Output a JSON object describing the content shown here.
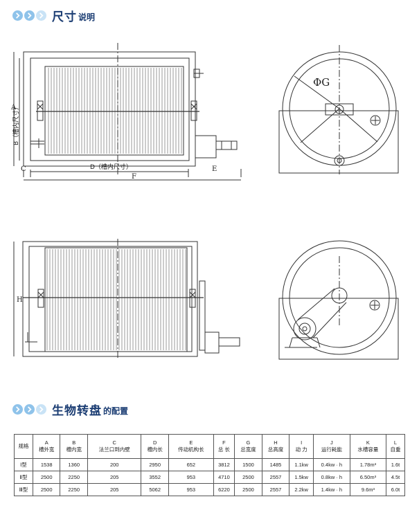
{
  "section1": {
    "title_big": "尺寸",
    "title_small": "说明"
  },
  "section2": {
    "title_big": "生物转盘",
    "title_small": "的配置"
  },
  "drawing_labels": {
    "A": "A",
    "B": "B（槽内尺寸）",
    "C": "C",
    "D": "D（槽内尺寸）",
    "E": "E",
    "F": "F",
    "G": "ΦG",
    "H": "H"
  },
  "table": {
    "headers": [
      {
        "code": "规格",
        "name": ""
      },
      {
        "code": "A",
        "name": "槽外宽"
      },
      {
        "code": "B",
        "name": "槽内宽"
      },
      {
        "code": "C",
        "name": "法兰口到内壁"
      },
      {
        "code": "D",
        "name": "槽内长"
      },
      {
        "code": "E",
        "name": "传动机构长"
      },
      {
        "code": "F",
        "name": "总 长"
      },
      {
        "code": "G",
        "name": "总宽度"
      },
      {
        "code": "H",
        "name": "总高度"
      },
      {
        "code": "I",
        "name": "动 力"
      },
      {
        "code": "J",
        "name": "运行耗能"
      },
      {
        "code": "K",
        "name": "水槽容量"
      },
      {
        "code": "L",
        "name": "自重"
      }
    ],
    "rows": [
      [
        "Ⅰ型",
        "1538",
        "1360",
        "200",
        "2950",
        "652",
        "3812",
        "1500",
        "1485",
        "1.1kw",
        "0.4kw · h",
        "1.78m³",
        "1.6t"
      ],
      [
        "Ⅱ型",
        "2500",
        "2250",
        "205",
        "3552",
        "953",
        "4710",
        "2500",
        "2557",
        "1.5kw",
        "0.8kw · h",
        "6.50m³",
        "4.5t"
      ],
      [
        "Ⅲ型",
        "2500",
        "2250",
        "205",
        "5062",
        "953",
        "6220",
        "2500",
        "2557",
        "2.2kw",
        "1.4kw · h",
        "9.6m³",
        "6.0t"
      ]
    ]
  }
}
